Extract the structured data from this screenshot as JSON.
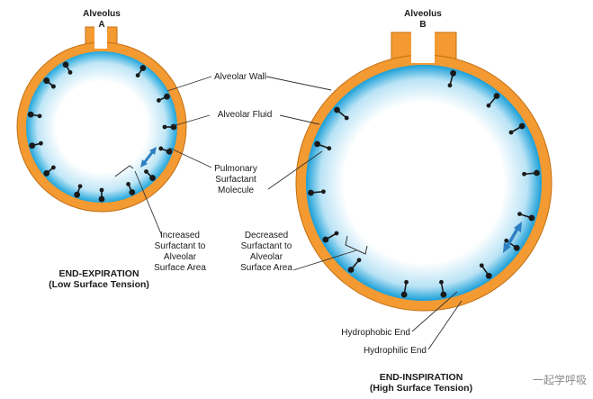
{
  "alveolus_a": {
    "title": "Alveolus",
    "letter": "A"
  },
  "alveolus_b": {
    "title": "Alveolus",
    "letter": "B"
  },
  "labels": {
    "alveolar_wall": "Alveolar Wall",
    "alveolar_fluid": "Alveolar Fluid",
    "pulmonary_surfactant": "Pulmonary\nSurfactant\nMolecule",
    "increased": "Increased\nSurfactant to\nAlveolar\nSurface Area",
    "decreased": "Decreased\nSurfactant to\nAlveolar\nSurface Area",
    "hydrophobic": "Hydrophobic End",
    "hydrophilic": "Hydrophilic End"
  },
  "captions": {
    "end_expiration_title": "END-EXPIRATION",
    "end_expiration_sub": "(Low Surface Tension)",
    "end_inspiration_title": "END-INSPIRATION",
    "end_inspiration_sub": "(High Surface Tension)"
  },
  "watermark": "一起学呼吸",
  "colors": {
    "wall": "#f39a32",
    "wall_stroke": "#c46f12",
    "fluid_edge": "#1fa6dc",
    "fluid_center": "#ffffff",
    "molecule": "#1a1a1a",
    "arrow": "#2c7fc0",
    "leader": "#333333"
  }
}
